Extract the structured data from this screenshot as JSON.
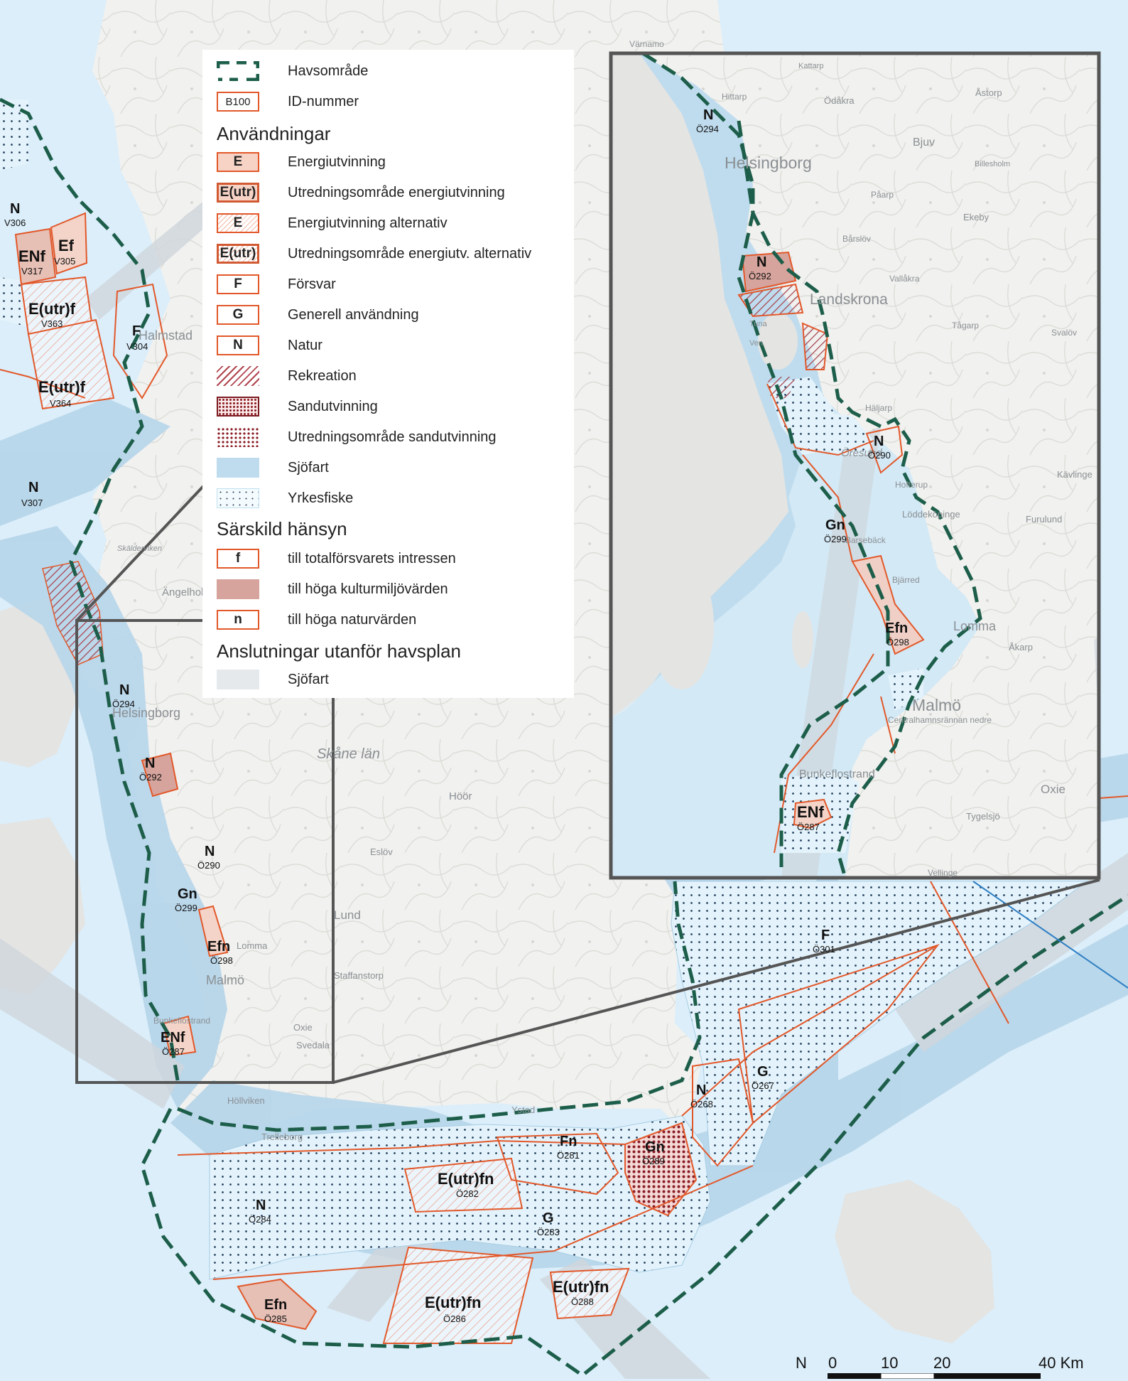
{
  "legend": {
    "havsomrade": "Havsområde",
    "id_sym": "B100",
    "id_label": "ID-nummer",
    "anvandningar_heading": "Användningar",
    "items": [
      {
        "sym": "E",
        "label": "Energiutvinning"
      },
      {
        "sym": "E(utr)",
        "label": "Utredningsområde energiutvinning"
      },
      {
        "sym": "E",
        "label": "Energiutvinning alternativ"
      },
      {
        "sym": "E(utr)",
        "label": "Utredningsområde energiutv. alternativ"
      },
      {
        "sym": "F",
        "label": "Försvar"
      },
      {
        "sym": "G",
        "label": "Generell användning"
      },
      {
        "sym": "N",
        "label": "Natur"
      },
      {
        "sym": "",
        "label": "Rekreation"
      },
      {
        "sym": "",
        "label": "Sandutvinning"
      },
      {
        "sym": "",
        "label": "Utredningsområde sandutvinning"
      },
      {
        "sym": "",
        "label": "Sjöfart"
      },
      {
        "sym": "",
        "label": "Yrkesfiske"
      }
    ],
    "sarskild_heading": "Särskild hänsyn",
    "sarskild_items": [
      {
        "sym": "f",
        "label": "till totalförsvarets intressen"
      },
      {
        "sym": "",
        "label": "till höga kulturmiljövärden"
      },
      {
        "sym": "n",
        "label": "till höga naturvärden"
      }
    ],
    "anslut_heading": "Anslutningar utanför havsplan",
    "anslut_label": "Sjöfart"
  },
  "areas": {
    "V306": {
      "code": "N",
      "id": "V306"
    },
    "V317": {
      "code": "ENf",
      "id": "V317"
    },
    "V305": {
      "code": "Ef",
      "id": "V305"
    },
    "V363": {
      "code": "E(utr)f",
      "id": "V363"
    },
    "V304": {
      "code": "F",
      "id": "V304"
    },
    "V364": {
      "code": "E(utr)f",
      "id": "V364"
    },
    "V307": {
      "code": "N",
      "id": "V307"
    },
    "O294": {
      "code": "N",
      "id": "Ö294"
    },
    "O292": {
      "code": "N",
      "id": "Ö292"
    },
    "O290": {
      "code": "N",
      "id": "Ö290"
    },
    "O299": {
      "code": "Gn",
      "id": "Ö299"
    },
    "O298": {
      "code": "Efn",
      "id": "Ö298"
    },
    "O287": {
      "code": "ENf",
      "id": "Ö287"
    },
    "O284": {
      "code": "N",
      "id": "Ö284"
    },
    "O282": {
      "code": "E(utr)fn",
      "id": "Ö282"
    },
    "O281": {
      "code": "Fn",
      "id": "Ö281"
    },
    "O283": {
      "code": "G",
      "id": "Ö283"
    },
    "O289": {
      "code": "Gn",
      "id": "Ö289"
    },
    "O268": {
      "code": "N",
      "id": "Ö268"
    },
    "O267": {
      "code": "G",
      "id": "Ö267"
    },
    "O301": {
      "code": "F",
      "id": "Ö301"
    },
    "O285": {
      "code": "Efn",
      "id": "Ö285"
    },
    "O286": {
      "code": "E(utr)fn",
      "id": "Ö286"
    },
    "O288": {
      "code": "E(utr)fn",
      "id": "Ö288"
    }
  },
  "places": {
    "helsingborg": "Helsingborg",
    "helsingborg_inset": "Helsingborg",
    "halmstad": "Halmstad",
    "malmo": "Malmö",
    "malmo_inset": "Malmö",
    "lund": "Lund",
    "landskrona": "Landskrona",
    "trelleborg": "Trelleborg",
    "ystad": "Ystad",
    "skane_lan": "Skåne län",
    "lomma": "Lomma",
    "lomma_inset": "Lomma",
    "oxie": "Oxie",
    "bunkeflostrand": "Bunkeflostrand",
    "hollviken": "Höllviken",
    "hoor": "Höör",
    "eslov": "Eslöv",
    "kavlinge": "Kävlinge",
    "staffanstorp": "Staffanstorp",
    "svedala": "Svedala",
    "angelholm": "Ängelholm",
    "bjuv": "Bjuv",
    "astorp": "Åstorp",
    "svalov": "Svalöv",
    "tagarp": "Tågarp",
    "furulund": "Furulund",
    "loddekopinge": "Löddeköpinge",
    "akarp": "Åkarp",
    "tygelsjo": "Tygelsjö",
    "vellinge": "Vellinge",
    "kattarp": "Kattarp",
    "odakra": "Ödåkra",
    "hittarp": "Hittarp",
    "barslov": "Bårslöv",
    "paarp": "Påarp",
    "vallakra": "Vallåkra",
    "ekeby": "Ekeby",
    "billesholm": "Billesholm",
    "tuna": "Tuna",
    "ven": "Ven",
    "haljarp": "Häljarp",
    "hofterup": "Hofterup",
    "barsebackshamn": "Barsebäck",
    "bjarred": "Bjärred",
    "oresund": "Öresund",
    "centralhamn": "Centralhamnsrännan nedre",
    "varnamo": "Värnamo",
    "skalderviken": "Skälderviken"
  },
  "scale": {
    "north": "N",
    "t0": "0",
    "t10": "10",
    "t20": "20",
    "t40": "40 Km"
  }
}
